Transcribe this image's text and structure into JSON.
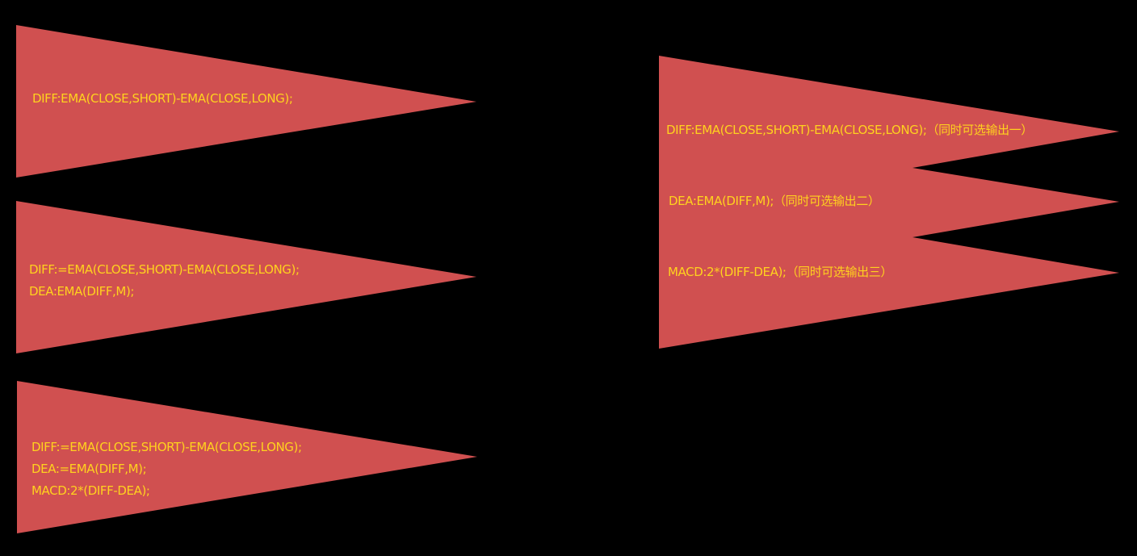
{
  "colors": {
    "background": "#000000",
    "shape_fill": "#D05050",
    "text": "#FFD21E"
  },
  "panels": {
    "p1": {
      "line1": "DIFF:EMA(CLOSE,SHORT)-EMA(CLOSE,LONG);"
    },
    "p2": {
      "line1": "DIFF:=EMA(CLOSE,SHORT)-EMA(CLOSE,LONG);",
      "line2": "DEA:EMA(DIFF,M);"
    },
    "p3": {
      "line1": "DIFF:=EMA(CLOSE,SHORT)-EMA(CLOSE,LONG);",
      "line2": "DEA:=EMA(DIFF,M);",
      "line3": "MACD:2*(DIFF-DEA);"
    },
    "p4": {
      "line1": "DIFF:EMA(CLOSE,SHORT)-EMA(CLOSE,LONG);（同时可选输出一）",
      "line2": "DEA:EMA(DIFF,M);（同时可选输出二）",
      "line3": "MACD:2*(DIFF-DEA);（同时可选输出三）"
    }
  }
}
